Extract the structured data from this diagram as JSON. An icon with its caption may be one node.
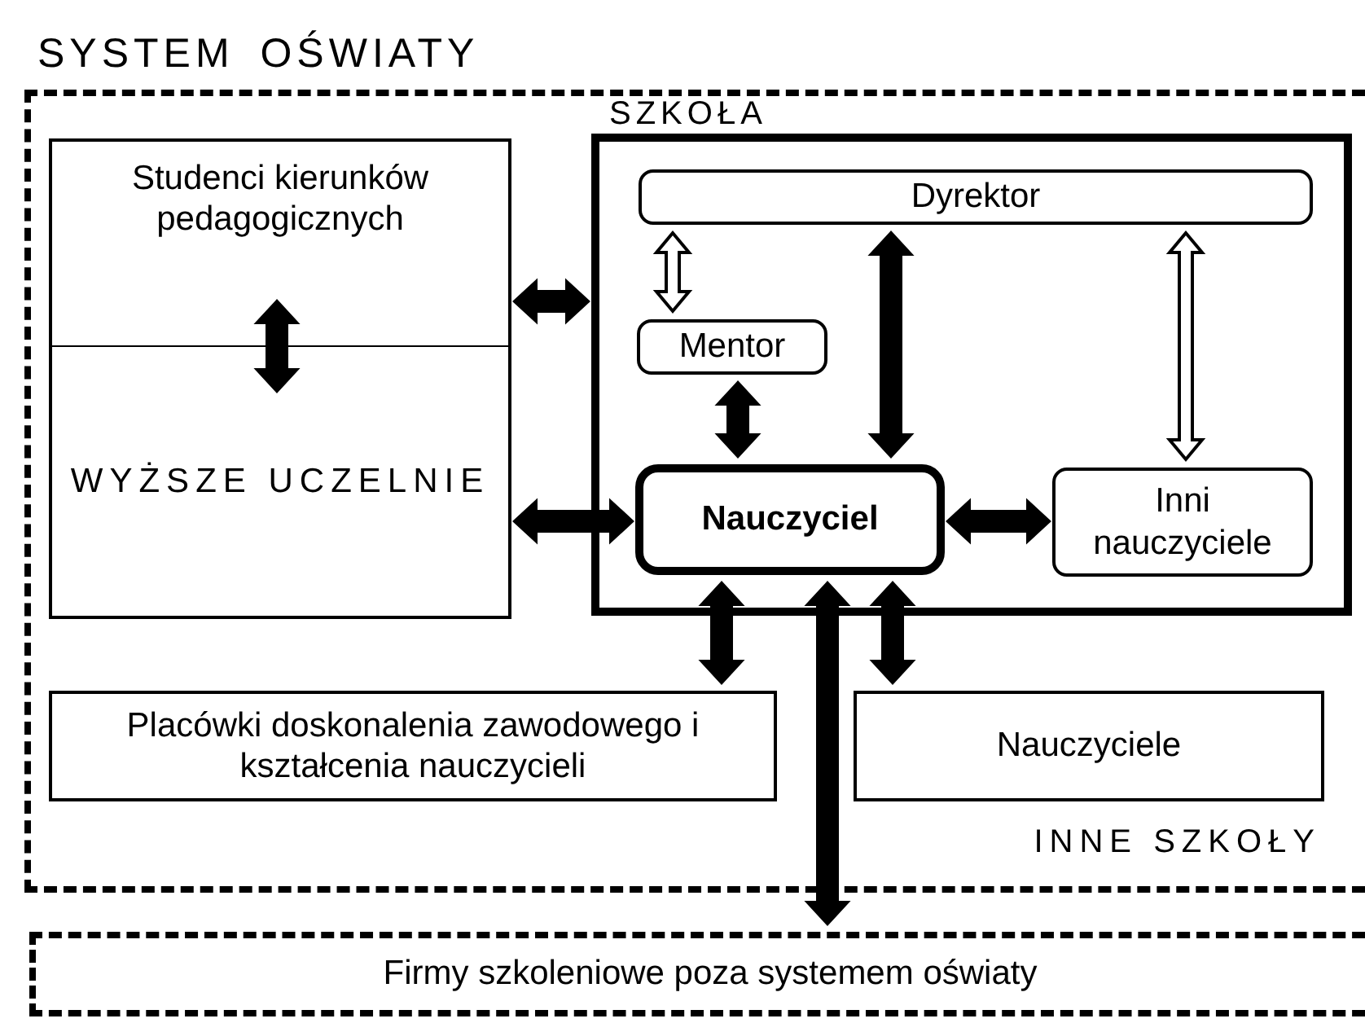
{
  "diagram": {
    "nodes": [
      {
        "text": [
          "SYSTEM OŚWIATY"
        ]
      },
      {
        "text": [
          "Studenci kierunków pedagogicznych"
        ],
        "in": 0
      },
      {
        "text": [
          "WYŻSZE UCZELNIE"
        ],
        "in": 0
      },
      {
        "text": [
          "SZKOŁA"
        ],
        "in": 0
      },
      {
        "text": [
          "Dyrektor"
        ],
        "in": 3
      },
      {
        "text": [
          "Mentor"
        ],
        "in": 3
      },
      {
        "text": [
          "Nauczyciel"
        ],
        "in": 3
      },
      {
        "text": [
          "Inni nauczyciele"
        ],
        "in": 3
      },
      {
        "text": [
          "Placówki doskonalenia zawodowego i kształcenia nauczycieli"
        ],
        "in": 0
      },
      {
        "text": [
          "Nauczyciele"
        ],
        "in": 0,
        "beside": [
          "INNE SZKOŁY"
        ]
      },
      {
        "text": [
          "Firmy szkoleniowe poza systemem oświaty"
        ]
      }
    ],
    "edges": [
      {
        "from": 1,
        "to": 2,
        "arrow": "both"
      },
      {
        "from": 1,
        "to": 3,
        "arrow": "both"
      },
      {
        "from": 2,
        "to": 6,
        "arrow": "both"
      },
      {
        "from": 4,
        "to": 5,
        "arrow": "both",
        "color": "#ffffff"
      },
      {
        "from": 5,
        "to": 6,
        "arrow": "both"
      },
      {
        "from": 4,
        "to": 6,
        "arrow": "both"
      },
      {
        "from": 4,
        "to": 7,
        "arrow": "both",
        "color": "#ffffff"
      },
      {
        "from": 6,
        "to": 7,
        "arrow": "both"
      },
      {
        "from": 6,
        "to": 8,
        "arrow": "both"
      },
      {
        "from": 6,
        "to": 9,
        "arrow": "both"
      },
      {
        "from": 6,
        "to": 10,
        "arrow": "both"
      }
    ]
  }
}
